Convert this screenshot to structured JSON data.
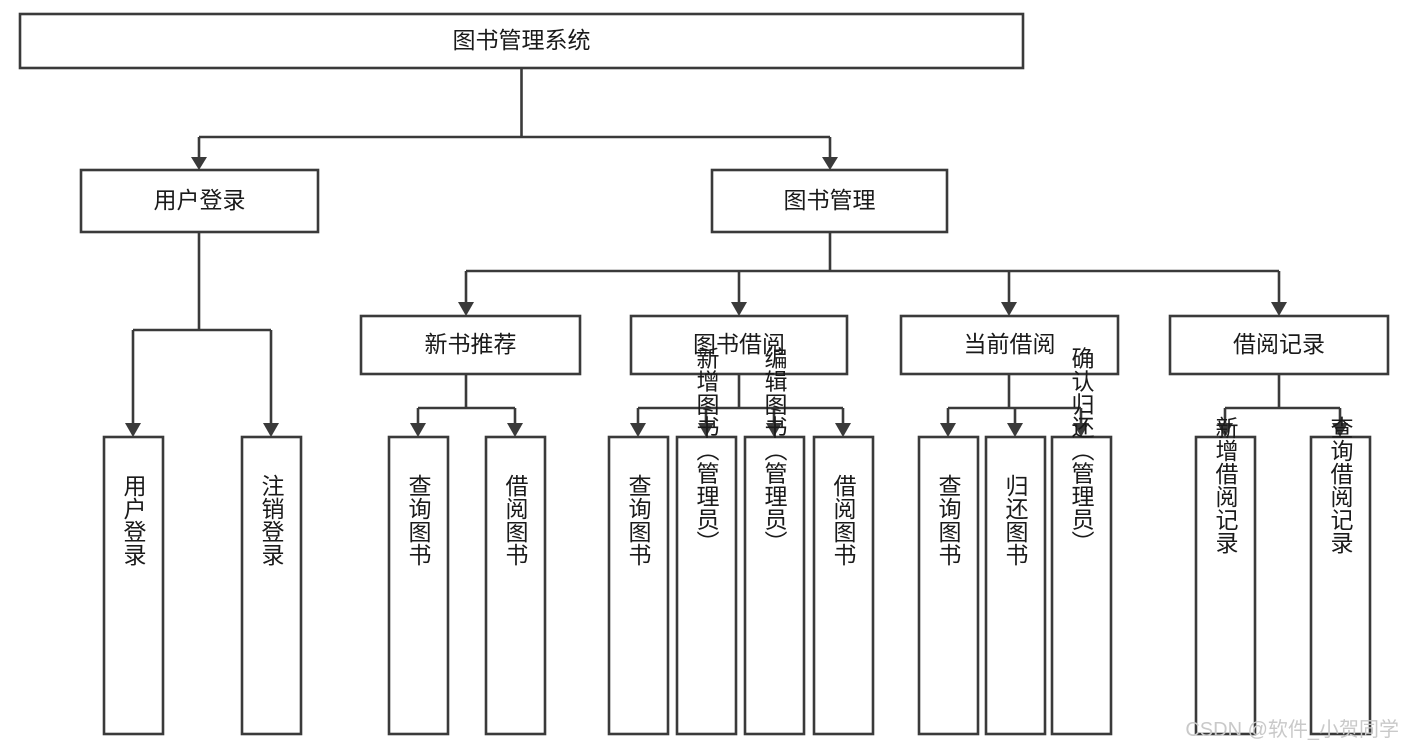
{
  "diagram": {
    "title": "图书管理系统",
    "type": "tree-hierarchy-chart",
    "root": {
      "id": "root",
      "label": "图书管理系统"
    },
    "level1": [
      {
        "id": "user-login",
        "label": "用户登录"
      },
      {
        "id": "book-management",
        "label": "图书管理"
      }
    ],
    "level2": [
      {
        "id": "new-book-recommend",
        "label": "新书推荐"
      },
      {
        "id": "book-borrow",
        "label": "图书借阅"
      },
      {
        "id": "current-borrow",
        "label": "当前借阅"
      },
      {
        "id": "borrow-record",
        "label": "借阅记录"
      }
    ],
    "leaves": {
      "user-login": [
        {
          "id": "leaf-user-login",
          "label": "用户登录"
        },
        {
          "id": "leaf-user-logout",
          "label": "注销登录"
        }
      ],
      "new-book-recommend": [
        {
          "id": "leaf-query-book-1",
          "label": "查询图书"
        },
        {
          "id": "leaf-borrow-book-1",
          "label": "借阅图书"
        }
      ],
      "book-borrow": [
        {
          "id": "leaf-query-book-2",
          "label": "查询图书"
        },
        {
          "id": "leaf-add-book",
          "label": "新增图书（管理员）"
        },
        {
          "id": "leaf-edit-book",
          "label": "编辑图书（管理员）"
        },
        {
          "id": "leaf-borrow-book-2",
          "label": "借阅图书"
        }
      ],
      "current-borrow": [
        {
          "id": "leaf-query-book-3",
          "label": "查询图书"
        },
        {
          "id": "leaf-return-book",
          "label": "归还图书"
        },
        {
          "id": "leaf-confirm-return",
          "label": "确认归还（管理员）"
        }
      ],
      "borrow-record": [
        {
          "id": "leaf-add-record",
          "label": "新增借阅记录"
        },
        {
          "id": "leaf-query-record",
          "label": "查询借阅记录"
        }
      ]
    }
  },
  "watermark": {
    "text": "CSDN @软件_小贺同学"
  },
  "colors": {
    "box_stroke": "#3a3a3a",
    "box_fill": "#ffffff",
    "text": "#1a1a1a",
    "watermark": "#c9c9c9",
    "background": "#ffffff"
  }
}
